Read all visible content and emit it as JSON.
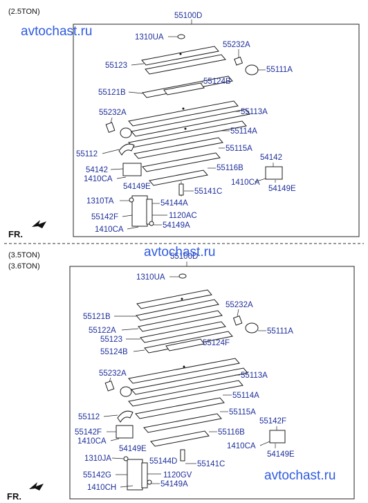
{
  "watermark": "avtochast.ru",
  "fr_label": "FR.",
  "section1": {
    "capacity": "(2.5TON)",
    "assembly": "55100D",
    "labels": {
      "l1310UA": "1310UA",
      "l55232A_top": "55232A",
      "l55123": "55123",
      "l55111A": "55111A",
      "l55124B": "55124B",
      "l55121B": "55121B",
      "l55232A_mid": "55232A",
      "l55113A": "55113A",
      "l55114A": "55114A",
      "l55112": "55112",
      "l55115A": "55115A",
      "l54142_l": "54142",
      "l54142_r": "54142",
      "l55116B": "55116B",
      "l1410CA_l": "1410CA",
      "l1410CA_r": "1410CA",
      "l54149E_l": "54149E",
      "l54149E_r": "54149E",
      "l55141C": "55141C",
      "l1310TA": "1310TA",
      "l54144A": "54144A",
      "l55142F": "55142F",
      "l1120AC": "1120AC",
      "l1410CA_b": "1410CA",
      "l54149A": "54149A"
    }
  },
  "section2": {
    "capacity_a": "(3.5TON)",
    "capacity_b": "(3.6TON)",
    "assembly": "55100D",
    "labels": {
      "l1310UA": "1310UA",
      "l55121B": "55121B",
      "l55232A_top": "55232A",
      "l55122A": "55122A",
      "l55123": "55123",
      "l55111A": "55111A",
      "l55124F": "55124F",
      "l55124B": "55124B",
      "l55232A_mid": "55232A",
      "l55113A": "55113A",
      "l55114A": "55114A",
      "l55112": "55112",
      "l55115A": "55115A",
      "l55142F_r": "55142F",
      "l55142F_l": "55142F",
      "l55116B": "55116B",
      "l1410CA_l": "1410CA",
      "l1410CA_r": "1410CA",
      "l54149E_l": "54149E",
      "l54149E_r": "54149E",
      "l1310JA": "1310JA",
      "l55144D": "55144D",
      "l55141C": "55141C",
      "l55142G": "55142G",
      "l1120GV": "1120GV",
      "l1410CH": "1410CH",
      "l54149A": "54149A"
    }
  }
}
